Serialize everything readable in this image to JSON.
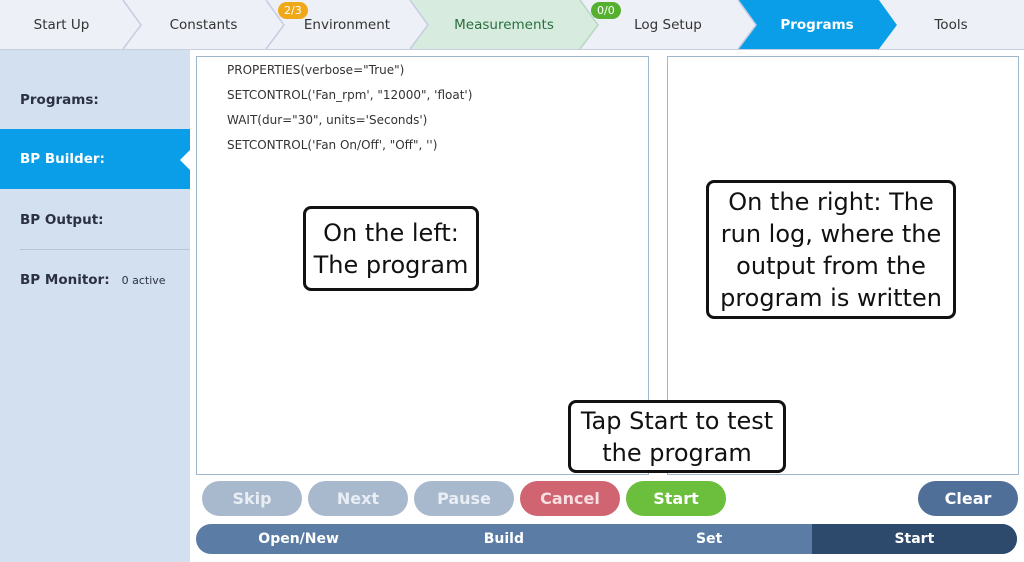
{
  "topnav": {
    "tabs": [
      {
        "label": "Start Up",
        "state": "default"
      },
      {
        "label": "Constants",
        "state": "default"
      },
      {
        "label": "Environment",
        "state": "default",
        "badge": "2/3",
        "badge_color": "#f0a818"
      },
      {
        "label": "Measurements",
        "state": "highlight"
      },
      {
        "label": "Log Setup",
        "state": "default",
        "badge": "0/0",
        "badge_color": "#55b030"
      },
      {
        "label": "Programs",
        "state": "active"
      },
      {
        "label": "Tools",
        "state": "default"
      }
    ]
  },
  "sidebar": {
    "items": [
      {
        "label": "Programs:",
        "active": false
      },
      {
        "label": "BP Builder:",
        "active": true
      },
      {
        "label": "BP Output:",
        "active": false
      },
      {
        "label": "BP Monitor:",
        "active": false,
        "extra": "0 active"
      }
    ]
  },
  "program": {
    "lines": [
      "PROPERTIES(verbose=\"True\")",
      "SETCONTROL('Fan_rpm', \"12000\", 'float')",
      "WAIT(dur=\"30\", units='Seconds')",
      "SETCONTROL('Fan On/Off', \"Off\", '')"
    ]
  },
  "callouts": {
    "left": "On the left:\nThe program",
    "right": "On the right: The\nrun log, where the\noutput from the\nprogram is written",
    "start": "Tap Start to test\nthe program"
  },
  "buttons": {
    "skip": "Skip",
    "next": "Next",
    "pause": "Pause",
    "cancel": "Cancel",
    "start": "Start",
    "clear": "Clear"
  },
  "workflow": {
    "steps": [
      "Open/New",
      "Build",
      "Set",
      "Start"
    ],
    "active": "Start"
  },
  "colors": {
    "accent": "#0a9ee8",
    "measurements_bg": "#d7ecdf",
    "cancel": "#d06470",
    "start": "#6cbf3c",
    "clear": "#4f6f98"
  }
}
